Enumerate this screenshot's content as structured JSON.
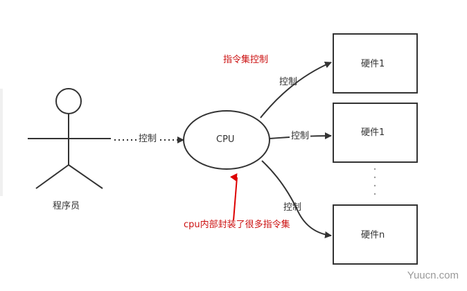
{
  "title_annotation": "指令集控制",
  "actor": {
    "label": "程序员"
  },
  "cpu": {
    "label": "CPU"
  },
  "edges": {
    "programmer_to_cpu": "控制",
    "cpu_to_hw1": "控制",
    "cpu_to_hw2": "控制",
    "cpu_to_hwn": "控制"
  },
  "hardware": [
    {
      "label": "硬件1"
    },
    {
      "label": "硬件1"
    },
    {
      "label": "硬件n"
    }
  ],
  "annotation": "cpu内部封装了很多指令集",
  "colors": {
    "line": "#333333",
    "annotation": "#cc1111"
  },
  "watermark": "Yuucn.com"
}
